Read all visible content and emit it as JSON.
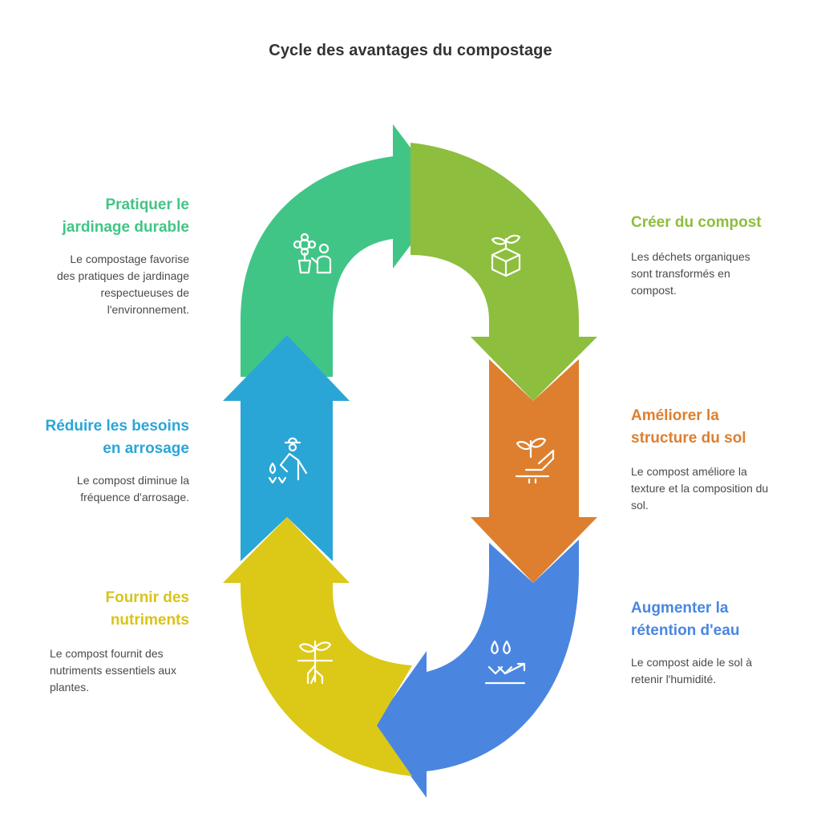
{
  "title": "Cycle des avantages du compostage",
  "colors": {
    "green": "#41C586",
    "lime": "#8DBE3D",
    "orange": "#DD7F2F",
    "blue": "#4A86E0",
    "yellow": "#DCC817",
    "cyan": "#2AA6D6"
  },
  "steps": [
    {
      "icon": "seedling-box-icon",
      "title_line1": "Créer du compost",
      "title_line2": "",
      "desc_line1": "Les déchets organiques",
      "desc_line2": "sont transformés en",
      "desc_line3": "compost."
    },
    {
      "icon": "plant-hand-icon",
      "title_line1": "Améliorer la",
      "title_line2": "structure du sol",
      "desc_line1": "Le compost améliore la",
      "desc_line2": "texture et la composition du",
      "desc_line3": "sol."
    },
    {
      "icon": "water-drops-growth-icon",
      "title_line1": "Augmenter la",
      "title_line2": "rétention d'eau",
      "desc_line1": "Le compost aide le sol à",
      "desc_line2": "retenir l'humidité.",
      "desc_line3": ""
    },
    {
      "icon": "sprout-roots-icon",
      "title_line1": "Fournir des",
      "title_line2": "nutriments",
      "desc_line1": "Le compost fournit des",
      "desc_line2": "nutriments essentiels aux",
      "desc_line3": "plantes."
    },
    {
      "icon": "gardener-watering-icon",
      "title_line1": "Réduire les besoins",
      "title_line2": "en arrosage",
      "desc_line1": "Le compost diminue la",
      "desc_line2": "fréquence d'arrosage.",
      "desc_line3": ""
    },
    {
      "icon": "flower-gardener-icon",
      "title_line1": "Pratiquer le",
      "title_line2": "jardinage durable",
      "desc_line1": "Le compostage favorise",
      "desc_line2": "des pratiques de jardinage",
      "desc_line3": "respectueuses de",
      "desc_line4": "l'environnement."
    }
  ]
}
